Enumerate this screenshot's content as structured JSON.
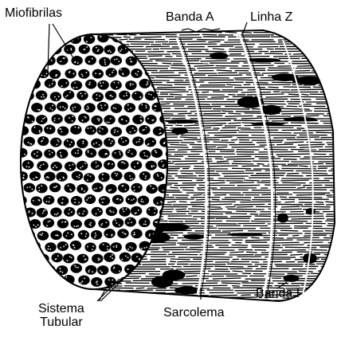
{
  "figure": {
    "labels": {
      "miofibrilas": "Miofibrilas",
      "banda_a": "Banda A",
      "linha_z": "Linha Z",
      "sistema": "Sistema",
      "tubular": "Tubular",
      "sarcolema": "Sarcolema",
      "banda_i": "Banda I"
    },
    "colors": {
      "ink": "#000000",
      "paper": "#ffffff"
    }
  }
}
